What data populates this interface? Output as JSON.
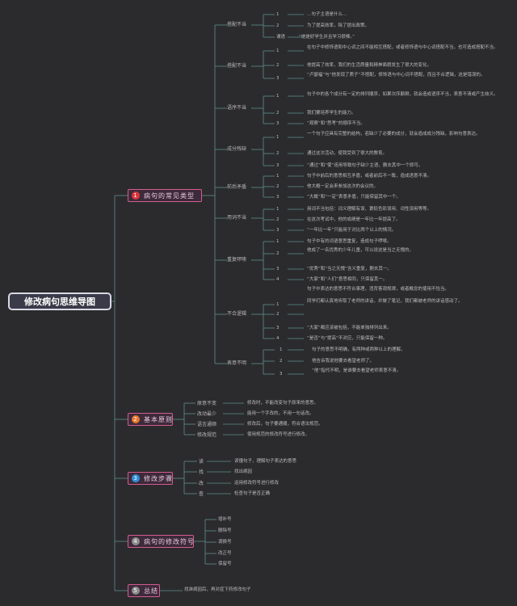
{
  "root": {
    "label": "修改病句思维导图"
  },
  "colors": {
    "line": "#5f8f8d",
    "branch_border": "#d35b8f",
    "num1": "#e0343c",
    "num2": "#e8772e",
    "num3": "#2f8fd6",
    "num4": "#8c8c8c",
    "num5": "#8c8c8c"
  },
  "b1": {
    "num": "1",
    "label": "病句的常见类型",
    "types": [
      {
        "label": "搭配不当",
        "items": [
          {
            "mark": "1",
            "text": "…句子主语是什么…"
          },
          {
            "mark": "2",
            "text": "为了提高效率，除了提出政策。"
          },
          {
            "mark": "谓语",
            "text": "“他是好学生并且学习很棒。”"
          }
        ]
      },
      {
        "label": "搭配不当",
        "items": [
          {
            "mark": "1",
            "text": "在句子中修饰语和中心词之间不能相互搭配，或者修饰语与中心词搭配不当，也可造成搭配不当。"
          },
          {
            "mark": "2",
            "text": "他提高了效率，我们的生活质量和精神面貌发生了很大的变化。"
          },
          {
            "mark": "3",
            "text": "“卢瑟福”与“他发现了质子”不搭配，修饰语与中心词不搭配，而且不合逻辑，这是错误的。"
          }
        ]
      },
      {
        "label": "语序不当",
        "items": [
          {
            "mark": "1",
            "text": "句子中的各个成分有一定的排列顺序，如果次序颠倒，就会造成语序不当，表意不清或产生歧义。"
          },
          {
            "mark": "2",
            "text": "我们要培养学生的能力。"
          },
          {
            "mark": "3",
            "text": "“观察”和“思考”的顺序不当。"
          }
        ]
      },
      {
        "label": "成分残缺",
        "items": [
          {
            "mark": "1",
            "text": "一个句子应具有完整的结构，若缺少了必要的成分，就会造成成分残缺，影响句意表达。"
          },
          {
            "mark": "2",
            "text": "通过这次活动，使我受到了很大的教育。"
          },
          {
            "mark": "3",
            "text": "“通过”和“使”连用导致句子缺少主语，删去其中一个即可。"
          }
        ]
      },
      {
        "label": "前后矛盾",
        "items": [
          {
            "mark": "1",
            "text": "句子中前后的意思相互矛盾，或者前后不一致，造成语意不清。"
          },
          {
            "mark": "2",
            "text": "他大概一定会来参加这次的会议的。"
          },
          {
            "mark": "3",
            "text": "“大概”和“一定”表意矛盾，只能保留其中一个。"
          }
        ]
      },
      {
        "label": "用词不当",
        "items": [
          {
            "mark": "1",
            "text": "用词不当包括：词义理解有误、褒贬色彩误用、词性误用等等。"
          },
          {
            "mark": "2",
            "text": "在这次考试中，他的成绩是一年比一年提高了。"
          },
          {
            "mark": "3",
            "text": "“一年比一年”只能用于对比两个以上的情况。"
          }
        ]
      },
      {
        "label": "重复啰嗦",
        "items": [
          {
            "mark": "1",
            "text": "句子中有的词语意思重复，造成句子啰嗦。"
          },
          {
            "mark": "2",
            "text": "他成了一名优秀的少年儿童，可以说这是当之无愧的。"
          },
          {
            "mark": "3",
            "text": "“优秀”和“当之无愧”含义重复，删去其一。"
          },
          {
            "mark": "4",
            "text": "“大家”和“人们”意思相同，只保留其一。"
          }
        ]
      },
      {
        "label": "不合逻辑",
        "items": [
          {
            "mark": "1",
            "text": "句子中表达的意思不符合事理，违背客观规律，或者概念的使用不恰当。"
          },
          {
            "mark": "2",
            "text": "同学们都认真地听取了老师的讲话，并做了笔记，我们都被老师的讲话感动了。"
          },
          {
            "mark": "3",
            "text": "“大家”都应该被包括，不能单独排列出来。"
          },
          {
            "mark": "4",
            "text": "“是否”与“提高”不对应，只能保留一种。"
          }
        ]
      },
      {
        "label": "表意不明",
        "items": [
          {
            "mark": "1",
            "text": "句子的意思不明确，有两种或两种以上的理解。"
          },
          {
            "mark": "2",
            "text": "他告诉我说他要去看望老师了。"
          },
          {
            "mark": "3",
            "text": "“他”指代不明，是谁要去看望老师表意不清。"
          }
        ]
      }
    ]
  },
  "b2": {
    "num": "2",
    "label": "基本原则",
    "items": [
      {
        "label": "原意不变",
        "text": "修改时，不能改变句子原来的意思。"
      },
      {
        "label": "改动最少",
        "text": "能用一个字改的，不用一句话改。"
      },
      {
        "label": "语言通顺",
        "text": "修改后，句子要通顺，符合语法规范。"
      },
      {
        "label": "修改规范",
        "text": "使用规范的修改符号进行修改。"
      }
    ]
  },
  "b3": {
    "num": "3",
    "label": "修改步骤",
    "items": [
      {
        "label": "读",
        "text": "读懂句子，理解句子表达的意思"
      },
      {
        "label": "找",
        "text": "找出病因"
      },
      {
        "label": "改",
        "text": "运用修改符号进行修改"
      },
      {
        "label": "查",
        "text": "检查句子是否正确"
      }
    ]
  },
  "b4": {
    "num": "4",
    "label": "病句的修改符号",
    "items": [
      "增补号",
      "删除号",
      "调换号",
      "改正号",
      "保留号"
    ]
  },
  "b5": {
    "num": "5",
    "label": "总结",
    "text": "找准病因后，再对症下药修改句子"
  }
}
